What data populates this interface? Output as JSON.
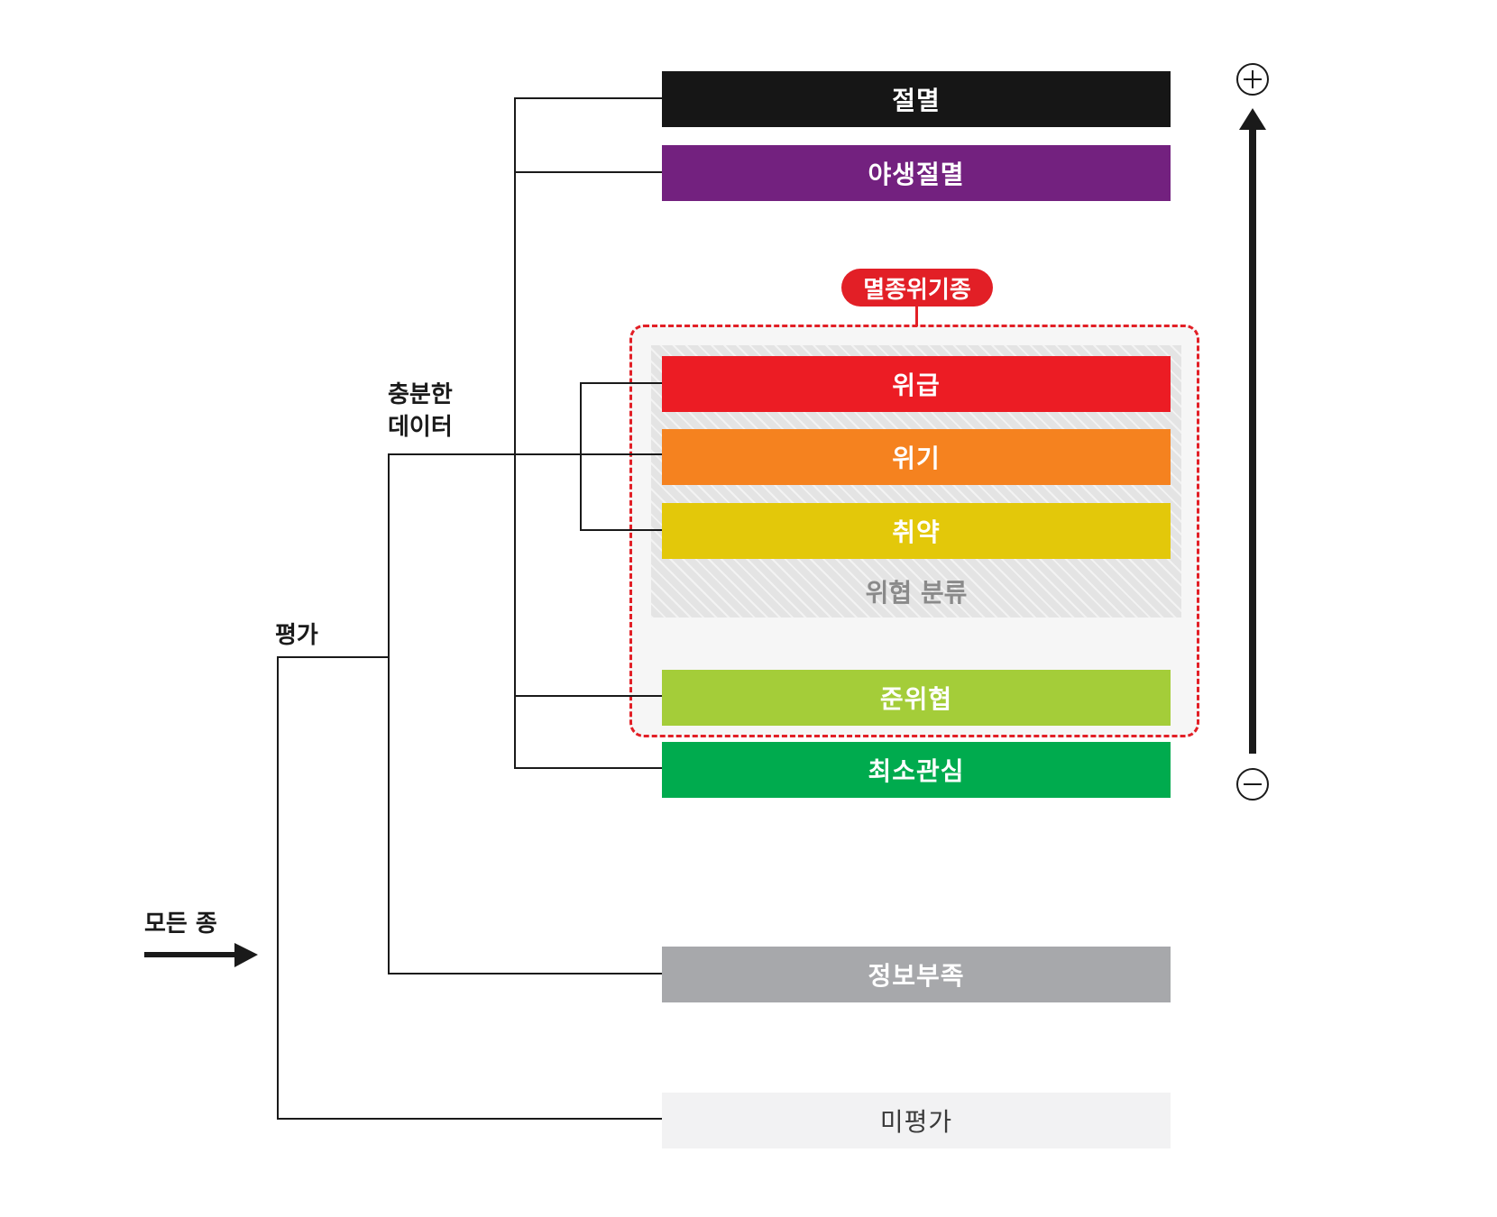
{
  "categories": {
    "ex": {
      "label": "절멸",
      "color": "#161616"
    },
    "ew": {
      "label": "야생절멸",
      "color": "#73217f"
    },
    "cr": {
      "label": "위급",
      "color": "#ec1c24"
    },
    "en": {
      "label": "위기",
      "color": "#f5821f"
    },
    "vu": {
      "label": "취약",
      "color": "#e3c80a"
    },
    "nt": {
      "label": "준위협",
      "color": "#a4cd39"
    },
    "lc": {
      "label": "최소관심",
      "color": "#00ab4e"
    },
    "dd": {
      "label": "정보부족",
      "color": "#a7a8ab"
    },
    "ne": {
      "label": "미평가",
      "color": "#f2f2f3"
    }
  },
  "labels": {
    "all_species": "모든 종",
    "evaluated": "평가",
    "adequate_data_1": "충분한",
    "adequate_data_2": "데이터",
    "threatened": "멸종위기종",
    "threat_categories": "위협 분류"
  },
  "scale": {
    "top_icon": "plus-circle-icon",
    "bottom_icon": "minus-circle-icon"
  }
}
